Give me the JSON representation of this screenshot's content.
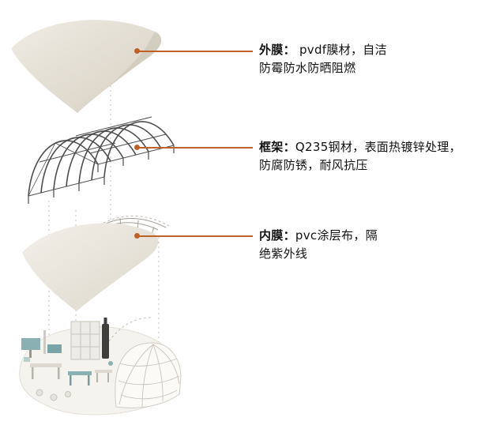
{
  "annotations": [
    {
      "label": "外膜：",
      "text": " pvdf膜材，自洁",
      "text2": "防霉防水防晒阻燃"
    },
    {
      "label": "框架：",
      "text": "Q235钢材，表面热镀锌处理，",
      "text2": "防腐防锈，耐风抗压"
    },
    {
      "label": "内膜：",
      "text": "pvc涂层布，隔",
      "text2": "绝紫外线"
    }
  ],
  "colors": {
    "leader_line": "#BE6228",
    "text_color": "#111111",
    "guide_color": "#C6C2BA",
    "frame_color": "#4D4D4D",
    "membrane_light": "#F0ECE4",
    "membrane_dark": "#D6CFC2",
    "membrane2_light": "#F3F0EA",
    "membrane2_dark": "#DDD7CB",
    "teal_accent": "#8AB0B3",
    "scene_base": "#F5F3EE"
  }
}
